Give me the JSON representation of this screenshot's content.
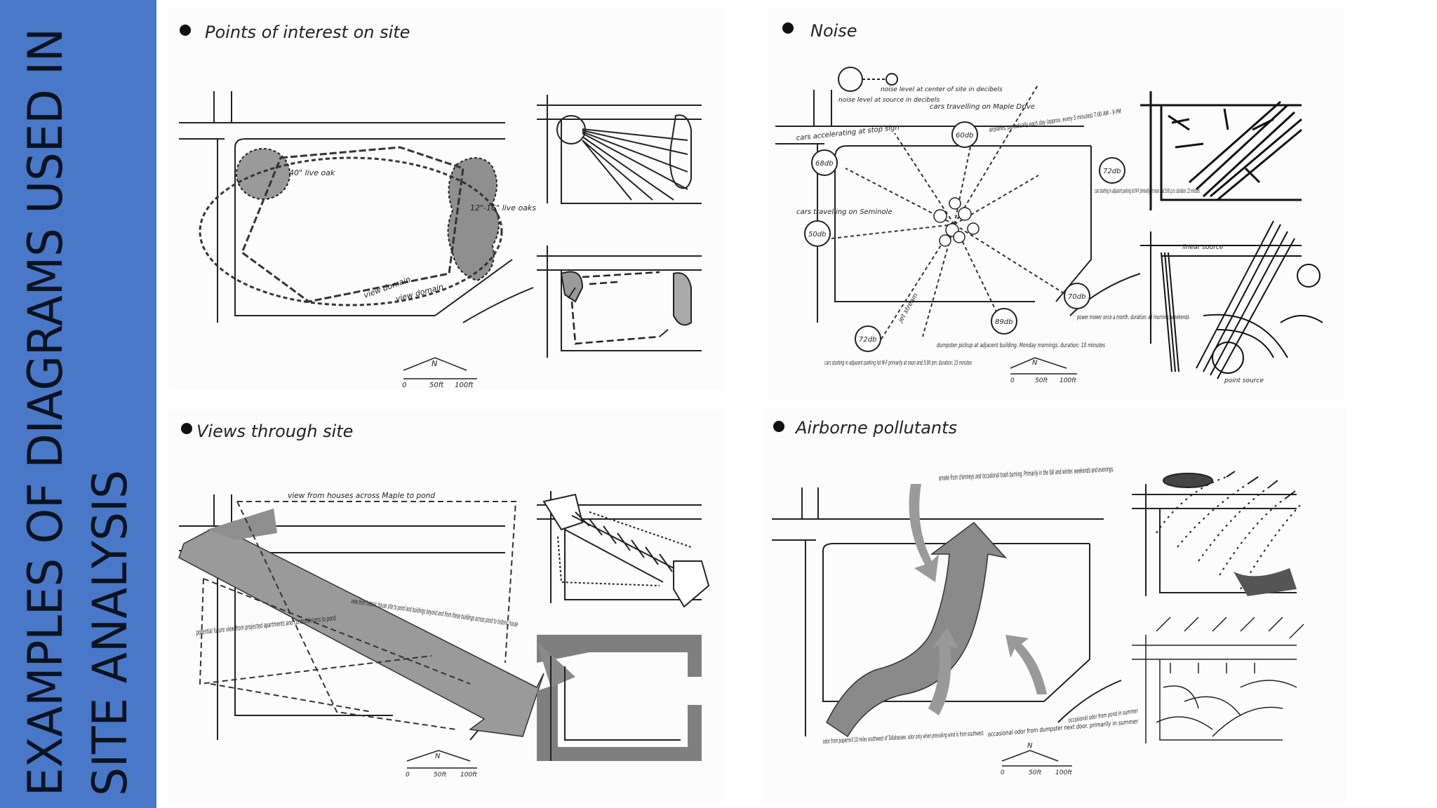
{
  "sidebar": {
    "title_line1": "EXAMPLES OF DIAGRAMS USED IN",
    "title_line2": "SITE ANALYSIS",
    "color": "#4a78c8"
  },
  "panels": {
    "poi": {
      "heading": "Points of interest on site",
      "labels": {
        "oak1": "40\" live oak",
        "oaks2": "12\"-16\" live oaks",
        "view1": "view domain",
        "view2": "view domain"
      },
      "north": "N",
      "scale_mid": "50ft",
      "scale_end": "100ft",
      "scale_start": "0"
    },
    "noise": {
      "heading": "Noise",
      "legend1": "noise level at source in decibels",
      "legend2": "noise level at center of site in decibels",
      "levels": [
        "60db",
        "68db",
        "50db",
        "72db",
        "89db",
        "70db",
        "72db"
      ],
      "notes": {
        "maple": "cars travelling on Maple Drive",
        "accel": "cars accelerating at stop sign",
        "airplanes": "airplanes, periodically each day (approx. every 5 minutes) 7:00 AM – 9 PM",
        "seminole": "cars travelling on Seminole",
        "parking_adj": "cars starting in adjacent parking lot M-F primarily at noon and 5:00 p.m. duration: 15 minutes",
        "mower": "power mower once a month. duration: all morning. weekends",
        "dumpster": "dumpster pickup at adjacent building. Monday mornings. duration: 10 minutes",
        "parking_low": "cars starting in adjacent parking lot M-F primarily at noon and 5:00 pm. duration: 15 minutes",
        "stream": "jet stream",
        "linear": "linear source",
        "point": "point source"
      },
      "north": "N",
      "scale_mid": "50ft",
      "scale_end": "100ft",
      "scale_start": "0"
    },
    "views": {
      "heading": "Views through site",
      "notes": {
        "houses": "view from houses across Maple to pond",
        "historic": "view from historic house site to pond and buildings beyond and from these buildings across pond to historic house",
        "future": "potential future view from projected apartments and condominiums to pond"
      },
      "north": "N",
      "scale_mid": "50ft",
      "scale_end": "100ft",
      "scale_start": "0"
    },
    "air": {
      "heading": "Airborne pollutants",
      "notes": {
        "smoke": "smoke from chimneys and occasional trash burning. Primarily in the fall and winter. weekends and evenings.",
        "papermill": "odor from papermill 10 miles southwest of Tallahassee. odor only when prevailing wind is from southwest.",
        "dumpster": "occasional odor from dumpster next door. primarily in summer",
        "pond": "occasional odor from pond in summer"
      },
      "north": "N",
      "scale_mid": "50ft",
      "scale_end": "100ft",
      "scale_start": "0"
    }
  }
}
